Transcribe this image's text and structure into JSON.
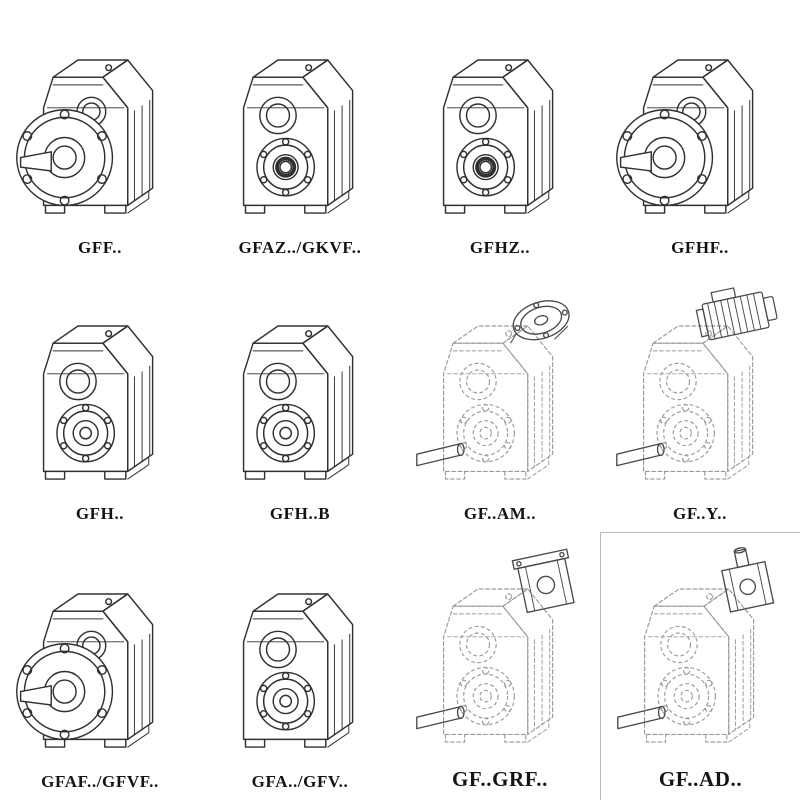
{
  "page": {
    "background": "#ffffff",
    "line_color_solid": "#303030",
    "line_color_dashed": "#9a9a9a",
    "line_color_attachment": "#4a4a4a"
  },
  "grid": {
    "columns": 4,
    "rows": 3,
    "items": [
      {
        "label": "GFF..",
        "drawing": "flange-mounted-gearbox-solid-shaft-icon",
        "symbol": "#sym-flange"
      },
      {
        "label": "GFAZ../GKVF..",
        "drawing": "hollow-shaft-gearbox-icon",
        "symbol": "#sym-hollow"
      },
      {
        "label": "GFHZ..",
        "drawing": "hollow-shaft-gearbox-icon",
        "symbol": "#sym-hollow"
      },
      {
        "label": "GFHF..",
        "drawing": "flange-mounted-gearbox-icon",
        "symbol": "#sym-flange"
      },
      {
        "label": "GFH..",
        "drawing": "foot-mounted-gearbox-icon",
        "symbol": "#sym-bore"
      },
      {
        "label": "GFH..B",
        "drawing": "foot-mounted-gearbox-icon",
        "symbol": "#sym-bore"
      },
      {
        "label": "GF..AM..",
        "drawing": "gearbox-with-motor-adapter-flange-icon",
        "symbol": "#sym-dash-am"
      },
      {
        "label": "GF..Y..",
        "drawing": "gearbox-with-mounted-motor-icon",
        "symbol": "#sym-dash-y"
      },
      {
        "label": "GFAF../GFVF..",
        "drawing": "flange-mounted-gearbox-icon",
        "symbol": "#sym-flange"
      },
      {
        "label": "GFA../GFV..",
        "drawing": "shaft-input-gearbox-icon",
        "symbol": "#sym-bore"
      },
      {
        "label": "GF..GRF..",
        "drawing": "gearbox-with-adapter-housing-icon",
        "symbol": "#sym-dash-grf"
      },
      {
        "label": "GF..AD..",
        "drawing": "gearbox-with-input-shaft-adapter-icon",
        "symbol": "#sym-dash-ad"
      }
    ]
  }
}
